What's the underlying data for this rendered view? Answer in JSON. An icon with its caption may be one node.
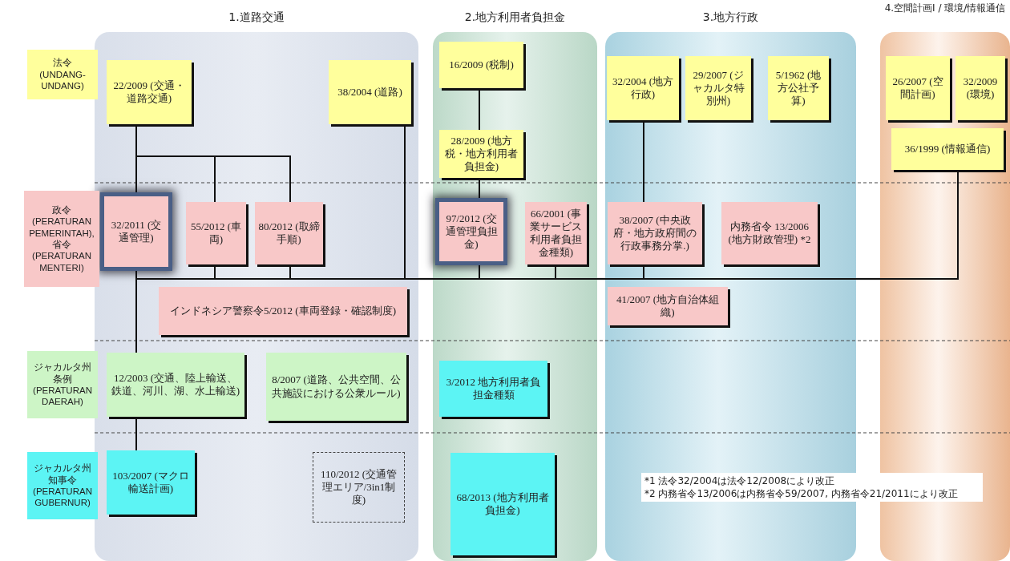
{
  "diagram": {
    "nodes": [
      {
        "text": [
          "1.道路交通"
        ]
      },
      {
        "text": [
          "2.地方利用者負担金"
        ]
      },
      {
        "text": [
          "3.地方行政"
        ]
      },
      {
        "text": [
          "4.空間計画I / 環境/情報通信"
        ]
      },
      {
        "text": [
          "法令 (UNDANG-UNDANG)"
        ]
      },
      {
        "text": [
          "政令 (PERATURAN PEMERINTAH), 省令 (PERATURAN MENTERI)"
        ]
      },
      {
        "text": [
          "ジャカルタ州条例 (PERATURAN DAERAH)"
        ]
      },
      {
        "text": [
          "ジャカルタ州知事令 (PERATURAN GUBERNUR)"
        ]
      },
      {
        "text": [
          "22/2009 (交通・道路交通)"
        ],
        "in": 0
      },
      {
        "text": [
          "38/2004 (道路)"
        ],
        "in": 0
      },
      {
        "text": [
          "32/2011 (交通管理)"
        ],
        "in": 0
      },
      {
        "text": [
          "55/2012 (車両)"
        ],
        "in": 0
      },
      {
        "text": [
          "80/2012 (取締手順)"
        ],
        "in": 0
      },
      {
        "text": [
          "インドネシア警察令5/2012 (車両登録・確認制度)"
        ],
        "in": 0
      },
      {
        "text": [
          "12/2003 (交通、陸上輸送、鉄道、河川、湖、水上輸送)"
        ],
        "in": 0
      },
      {
        "text": [
          "8/2007 (道路、公共空間、公共施設における公衆ルール)"
        ],
        "in": 0
      },
      {
        "text": [
          "103/2007 (マクロ輸送計画)"
        ],
        "in": 0
      },
      {
        "text": [
          "110/2012 (交通管理エリア/3in1制度)"
        ],
        "in": 0
      },
      {
        "text": [
          "16/2009 (税制)"
        ],
        "in": 1
      },
      {
        "text": [
          "28/2009 (地方税・地方利用者負担金)"
        ],
        "in": 1
      },
      {
        "text": [
          "97/2012 (交通管理負担金)"
        ],
        "in": 1
      },
      {
        "text": [
          "66/2001 (事業サービス利用者負担金種類)"
        ],
        "in": 1
      },
      {
        "text": [
          "3/2012 地方利用者負担金種類"
        ],
        "in": 1
      },
      {
        "text": [
          "68/2013 (地方利用者負担金)"
        ],
        "in": 1
      },
      {
        "text": [
          "32/2004 (地方行政)"
        ],
        "in": 2
      },
      {
        "text": [
          "29/2007 (ジャカルタ特別州)"
        ],
        "in": 2
      },
      {
        "text": [
          "5/1962 (地方公社予算)"
        ],
        "in": 2
      },
      {
        "text": [
          "38/2007 (中央政府・地方政府間の行政事務分掌.)"
        ],
        "in": 2
      },
      {
        "text": [
          "内務省令 13/2006 (地方財政管理) *2"
        ],
        "in": 2
      },
      {
        "text": [
          "41/2007 (地方自治体組織)"
        ],
        "in": 2
      },
      {
        "text": [
          "26/2007 (空間計画)"
        ],
        "in": 3
      },
      {
        "text": [
          "32/2009 (環境)"
        ],
        "in": 3
      },
      {
        "text": [
          "36/1999 (情報通信)"
        ],
        "in": 3
      }
    ],
    "edges": [
      {
        "from": 8,
        "to": 10,
        "arrow": "none"
      },
      {
        "from": 8,
        "to": 11,
        "arrow": "none"
      },
      {
        "from": 8,
        "to": 12,
        "arrow": "none"
      },
      {
        "from": 18,
        "to": 19,
        "arrow": "none"
      },
      {
        "from": 19,
        "to": 20,
        "arrow": "none"
      },
      {
        "from": 24,
        "to": 27,
        "arrow": "none"
      },
      {
        "from": 10,
        "to": 14,
        "arrow": "none"
      },
      {
        "from": 14,
        "to": 16,
        "arrow": "none"
      },
      {
        "from": 10,
        "to": 11,
        "arrow": "none"
      },
      {
        "from": 10,
        "to": 12,
        "arrow": "none"
      },
      {
        "from": 10,
        "to": 9,
        "arrow": "none"
      },
      {
        "from": 10,
        "to": 20,
        "arrow": "none"
      },
      {
        "from": 10,
        "to": 21,
        "arrow": "none"
      },
      {
        "from": 10,
        "to": 27,
        "arrow": "none"
      },
      {
        "from": 10,
        "to": 32,
        "arrow": "none"
      }
    ],
    "labels": [
      "*1 法令32/2004は法令12/2008により改正",
      "*2 内務省令13/2006は内務省令59/2007, 内務省令21/2011により改正"
    ]
  }
}
